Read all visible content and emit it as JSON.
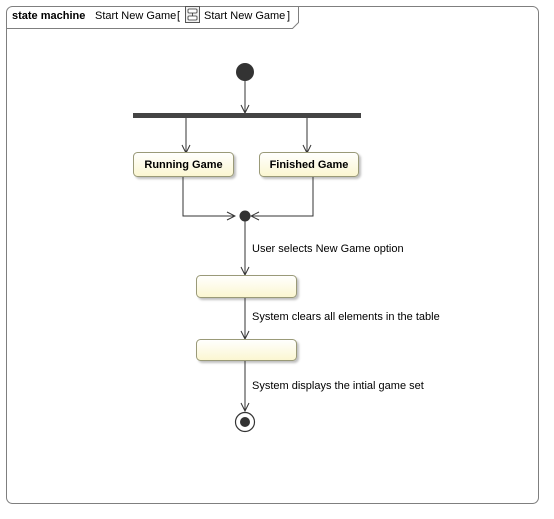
{
  "frame": {
    "keyword": "state machine",
    "name": "Start New Game",
    "bracket_open": "[",
    "reference_icon": "state-machine-icon",
    "reference_name": "Start New Game",
    "bracket_close": "]"
  },
  "states": {
    "running_game": "Running Game",
    "finished_game": "Finished Game",
    "unnamed_state_1": "",
    "unnamed_state_2": ""
  },
  "transitions": {
    "new_game": "User selects New Game option",
    "clear": "System clears all elements in the table",
    "display": "System displays the intial game set"
  },
  "colors": {
    "state_fill_top": "#ffffff",
    "state_fill_bottom": "#fbf6d0",
    "state_border": "#9a9a78",
    "pseudostate": "#333333",
    "line": "#333333",
    "frame_border": "#7f7f7f"
  }
}
